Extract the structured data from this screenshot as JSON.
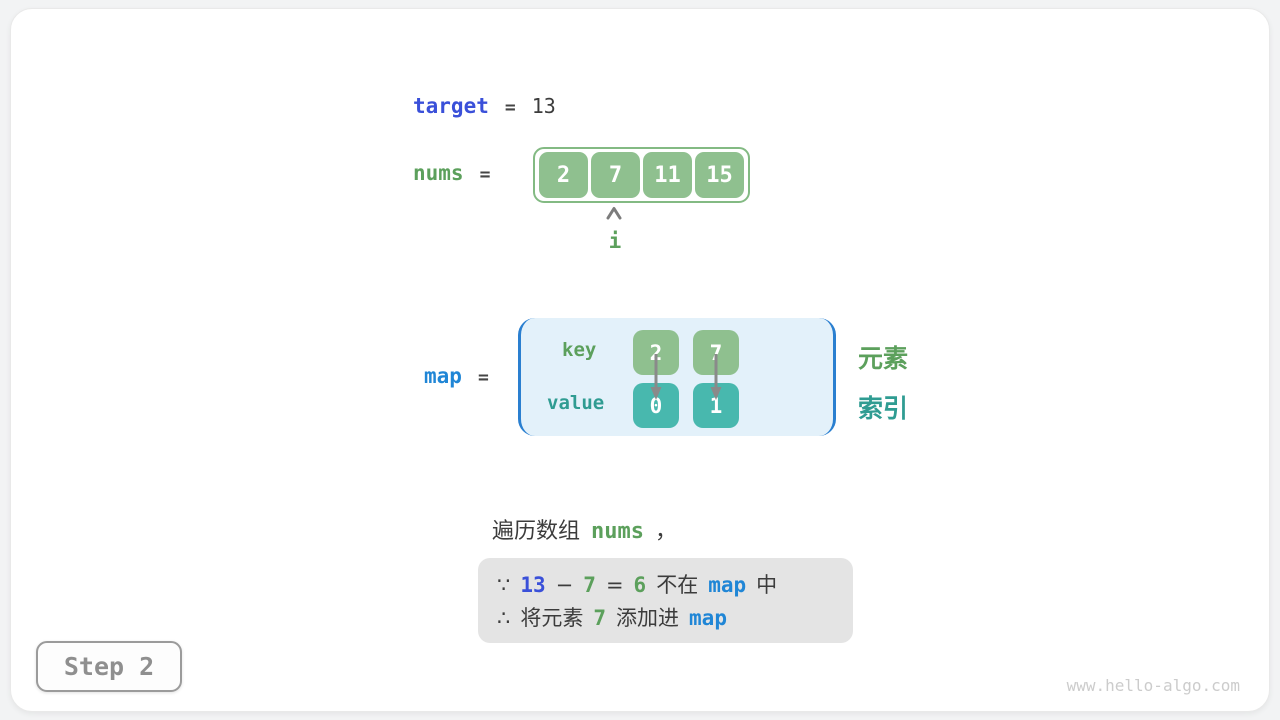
{
  "target_line": {
    "label": "target",
    "eq": "=",
    "value": "13"
  },
  "nums_line": {
    "label": "nums",
    "eq": "="
  },
  "nums_array": {
    "values": [
      "2",
      "7",
      "11",
      "15"
    ],
    "pointer_label": "i",
    "pointer_index": 1
  },
  "map_line": {
    "label": "map",
    "eq": "="
  },
  "map_table": {
    "key_label": "key",
    "value_label": "value",
    "entries": [
      {
        "key": "2",
        "value": "0"
      },
      {
        "key": "7",
        "value": "1"
      }
    ]
  },
  "side_labels": {
    "element": "元素",
    "index": "索引"
  },
  "caption": {
    "prefix": "遍历数组",
    "code": "nums",
    "comma": "，"
  },
  "conclusion": {
    "line1": {
      "because": "∵",
      "minuend": "13",
      "minus": "−",
      "subtrahend": "7",
      "eq": "=",
      "difference": "6",
      "not_in": "不在",
      "map": "map",
      "suffix": "中"
    },
    "line2": {
      "therefore": "∴",
      "text_add": "将元素",
      "element": "7",
      "text_into": "添加进",
      "map": "map"
    }
  },
  "step_badge": "Step 2",
  "watermark": "www.hello-algo.com",
  "colors": {
    "green_fill": "#8fc08f",
    "green_border": "#83ba83",
    "green_text": "#5ca05c",
    "teal_fill": "#48b8ae",
    "teal_text": "#2f9c92",
    "royal_blue": "#3a50d9",
    "sky_blue": "#2086d6",
    "map_bg": "#e3f1fa",
    "map_bracket": "#2a7fd0",
    "dark_text": "#3c3c3c",
    "note_bg": "#e4e4e4",
    "step_gray": "#8f8f8f"
  }
}
